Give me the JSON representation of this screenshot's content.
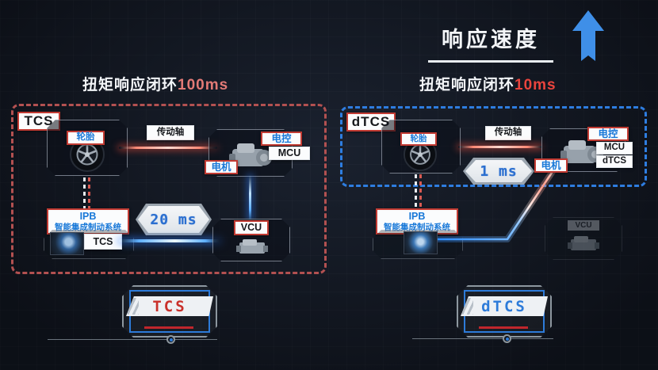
{
  "header": {
    "title": "响应速度",
    "left_loop_label": "扭矩响应闭环",
    "left_loop_value": "100ms",
    "right_loop_label": "扭矩响应闭环",
    "right_loop_value": "10ms"
  },
  "left": {
    "system_name": "TCS",
    "tire_label": "轮胎",
    "driveshaft_label": "传动轴",
    "econtrol_label": "电控",
    "mcu_label": "MCU",
    "motor_label": "电机",
    "ipb_title": "IPB",
    "ipb_subtitle": "智能集成制动系统",
    "brake_tag": "TCS",
    "vcu_label": "VCU",
    "latency": "20 ms"
  },
  "right": {
    "system_name": "dTCS",
    "tire_label": "轮胎",
    "driveshaft_label": "传动轴",
    "econtrol_label": "电控",
    "mcu_label": "MCU",
    "dtcs_tag": "dTCS",
    "motor_label": "电机",
    "ipb_title": "IPB",
    "ipb_subtitle": "智能集成制动系统",
    "vcu_label": "VCU",
    "latency": "1 ms"
  },
  "badges": {
    "left": "TCS",
    "right": "dTCS"
  },
  "icons": {
    "speed_arrow": "arrow-up-icon"
  },
  "colors": {
    "accent_red_border": "#b35151",
    "accent_blue_border": "#2e7de0",
    "label_blue": "#1878d8",
    "value_red_soft": "#e37a76",
    "value_red": "#ea443d",
    "digital_blue": "#2b6fd0",
    "badge_red": "#c9302a"
  }
}
